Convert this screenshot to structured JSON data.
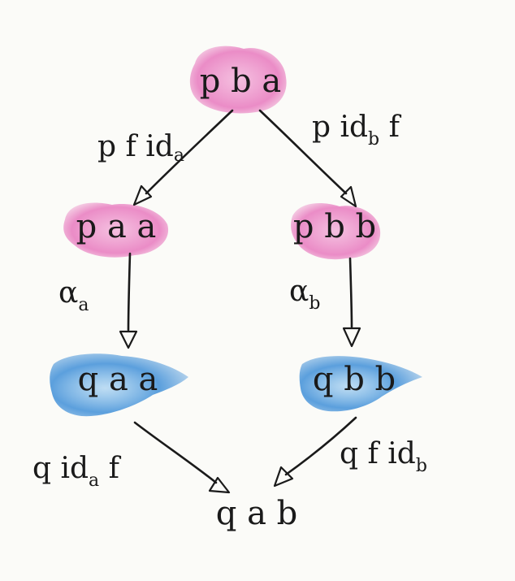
{
  "nodes": {
    "top": "p b a",
    "left_mid": "p a a",
    "right_mid": "p b b",
    "left_low": "q a a",
    "right_low": "q b b",
    "bottom": "q a b"
  },
  "arrow_labels": {
    "top_left": {
      "main": "p f id",
      "sub": "a"
    },
    "top_right": {
      "pre": "p id",
      "sub": "b",
      "post": " f"
    },
    "mid_left": {
      "main": "α",
      "sub": "a"
    },
    "mid_right": {
      "main": "α",
      "sub": "b"
    },
    "bottom_left": {
      "pre": "q id",
      "sub": "a",
      "post": " f"
    },
    "bottom_right": {
      "main": "q f id",
      "sub": "b"
    }
  },
  "colors": {
    "pink_blob": "#e567b6",
    "blue_blob": "#3f8fd8",
    "ink": "#1a1a1a"
  }
}
